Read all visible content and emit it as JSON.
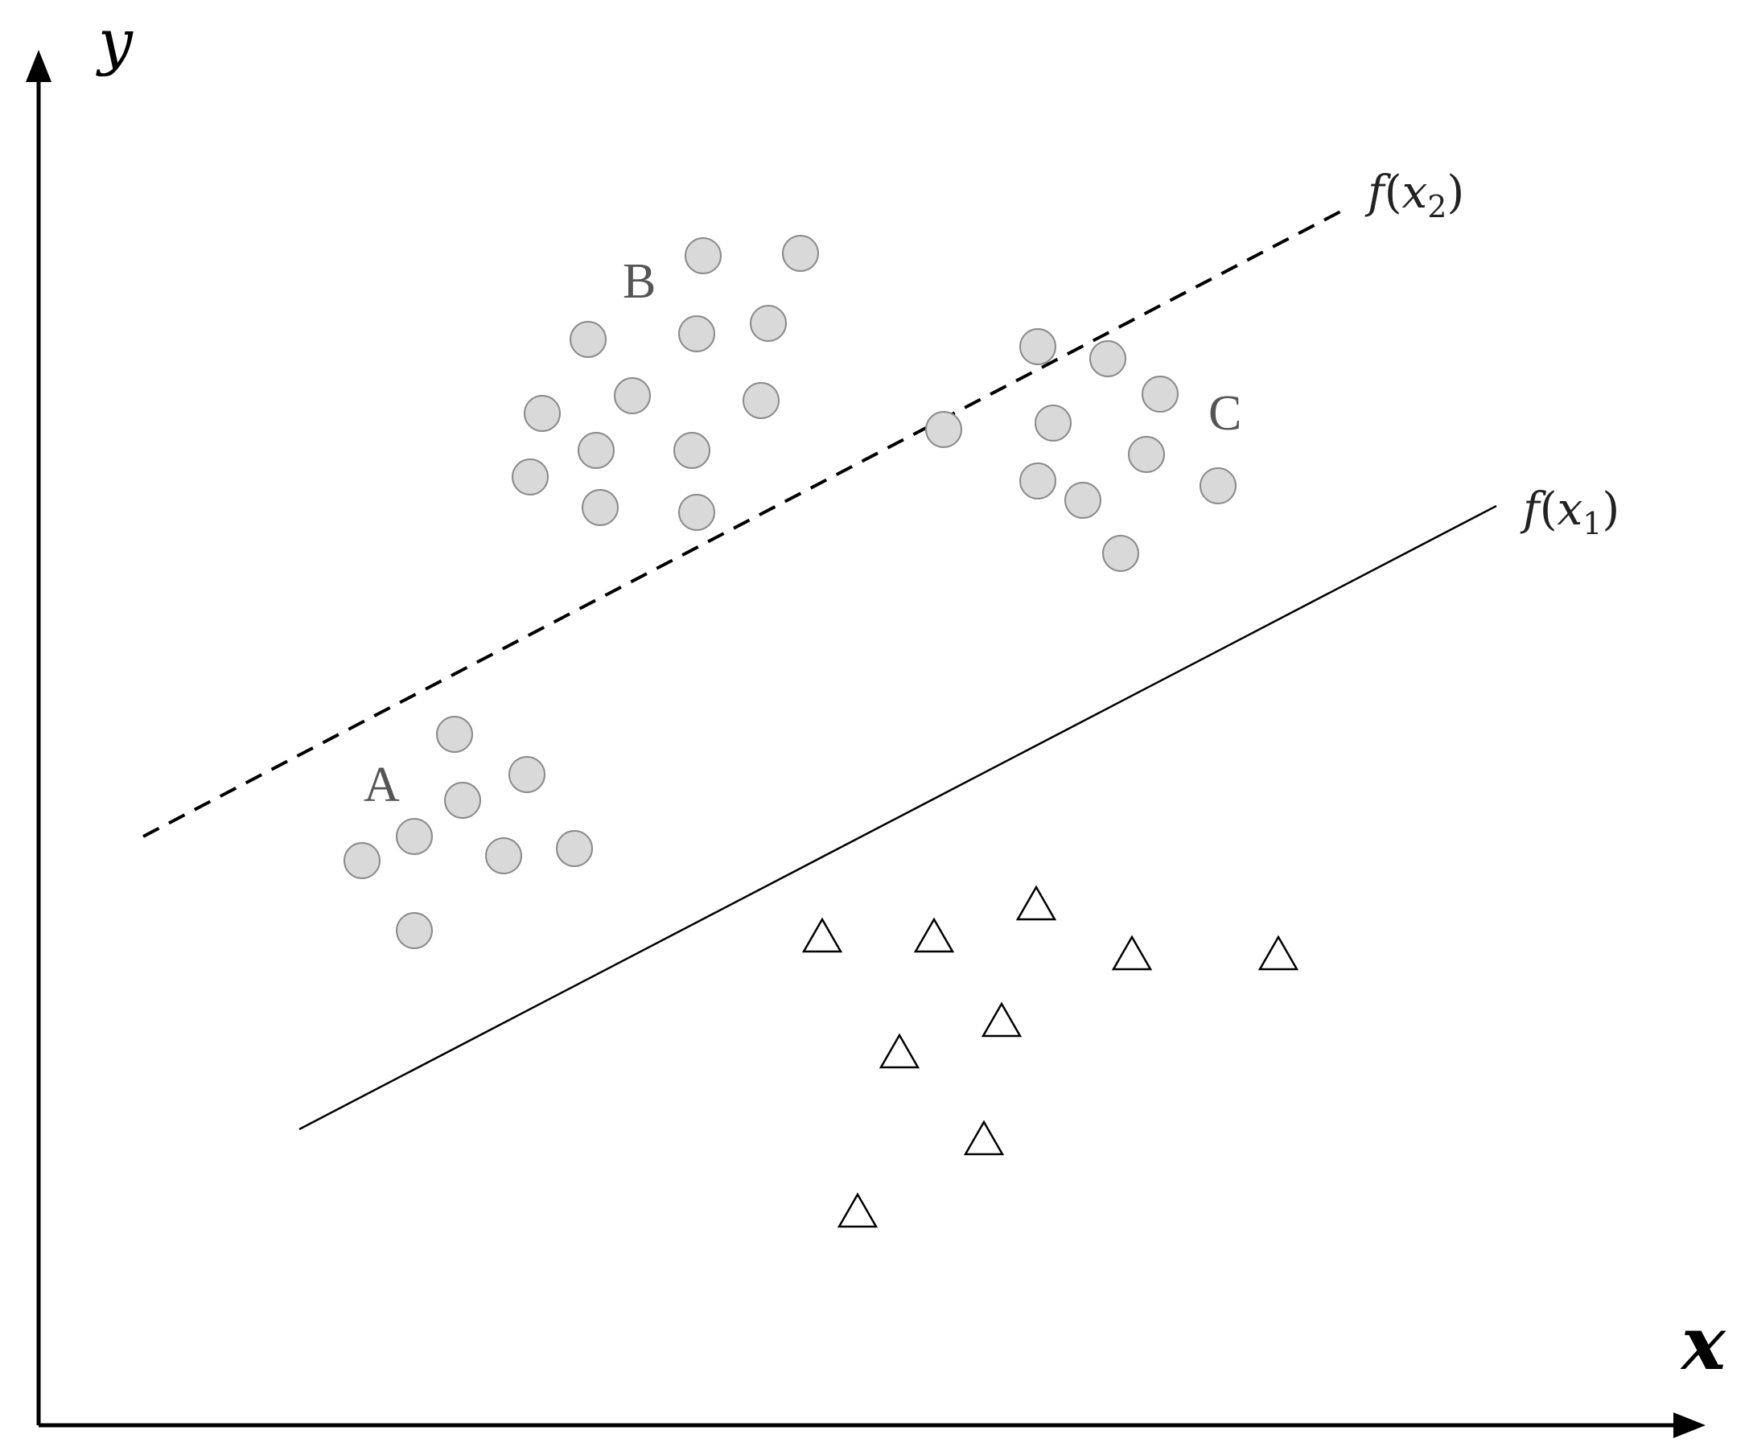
{
  "axes": {
    "x_label": "x",
    "y_label": "y"
  },
  "functions": {
    "f1": {
      "name": "f",
      "var": "x",
      "sub": "1"
    },
    "f2": {
      "name": "f",
      "var": "x",
      "sub": "2"
    }
  },
  "clusters": {
    "A": "A",
    "B": "B",
    "C": "C"
  },
  "colors": {
    "circle_fill": "#d9d9d9",
    "circle_stroke": "#8a8a8a",
    "triangle_stroke": "#000000",
    "cluster_label": "#555555"
  },
  "legend_semantics": {
    "circles": "gray circle markers",
    "triangles": "open triangle markers"
  }
}
